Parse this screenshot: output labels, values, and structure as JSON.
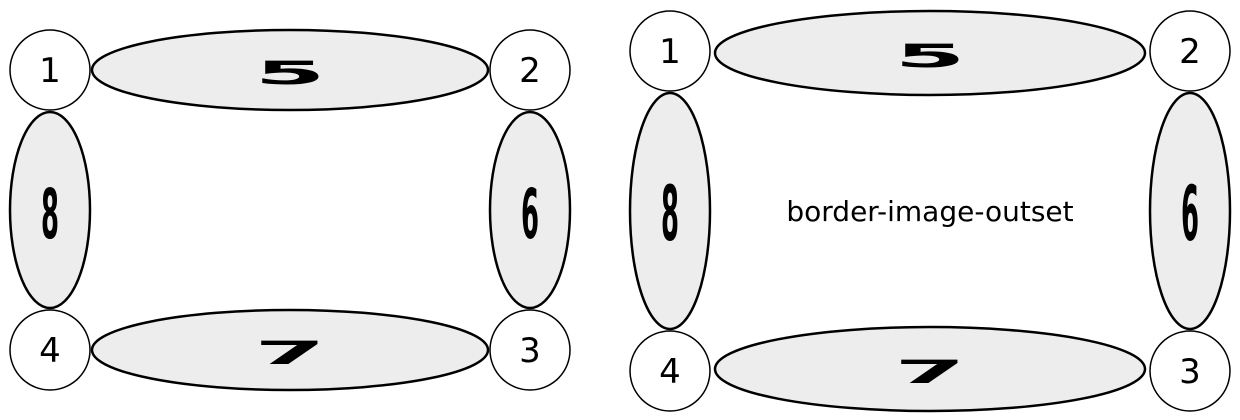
{
  "panels": [
    {
      "name": "border-image-source",
      "caption": "",
      "corners": [
        "1",
        "2",
        "3",
        "4"
      ],
      "edges": {
        "top": "5",
        "right": "6",
        "bottom": "7",
        "left": "8"
      }
    },
    {
      "name": "border-image-outset-demo",
      "caption": "border-image-outset",
      "corners": [
        "1",
        "2",
        "3",
        "4"
      ],
      "edges": {
        "top": "5",
        "right": "6",
        "bottom": "7",
        "left": "8"
      }
    }
  ],
  "colors": {
    "ellipse_fill": "#ededed",
    "circle_fill": "#ffffff",
    "stroke": "#000000"
  }
}
